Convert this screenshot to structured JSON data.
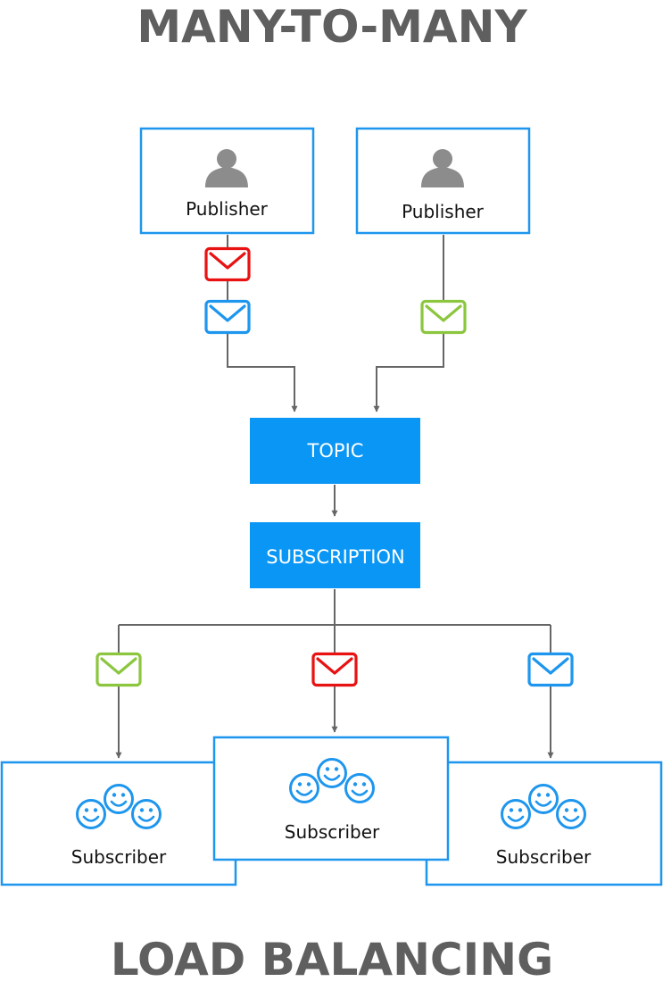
{
  "title_top": "MANY-TO-MANY",
  "title_bottom": "LOAD BALANCING",
  "colors": {
    "box_border": "#1e96ee",
    "box_fill": "#0a96f5",
    "heading": "#5f5f5f",
    "connector": "#666666",
    "person_icon": "#8c8c8c",
    "envelope_red": "#e81212",
    "envelope_blue": "#1e96ee",
    "envelope_green": "#8cc63f",
    "smiley": "#1e96ee"
  },
  "publishers": [
    {
      "label": "Publisher",
      "icon": "person-icon"
    },
    {
      "label": "Publisher",
      "icon": "person-icon"
    }
  ],
  "topic": {
    "label": "TOPIC"
  },
  "subscription": {
    "label": "SUBSCRIPTION"
  },
  "subscribers": [
    {
      "label": "Subscriber",
      "icon": "smiley-group-icon"
    },
    {
      "label": "Subscriber",
      "icon": "smiley-group-icon"
    },
    {
      "label": "Subscriber",
      "icon": "smiley-group-icon"
    }
  ],
  "messages": {
    "publisher_1": [
      "red",
      "blue"
    ],
    "publisher_2": [
      "green"
    ],
    "subscriber_1": "green",
    "subscriber_2": "red",
    "subscriber_3": "blue"
  }
}
